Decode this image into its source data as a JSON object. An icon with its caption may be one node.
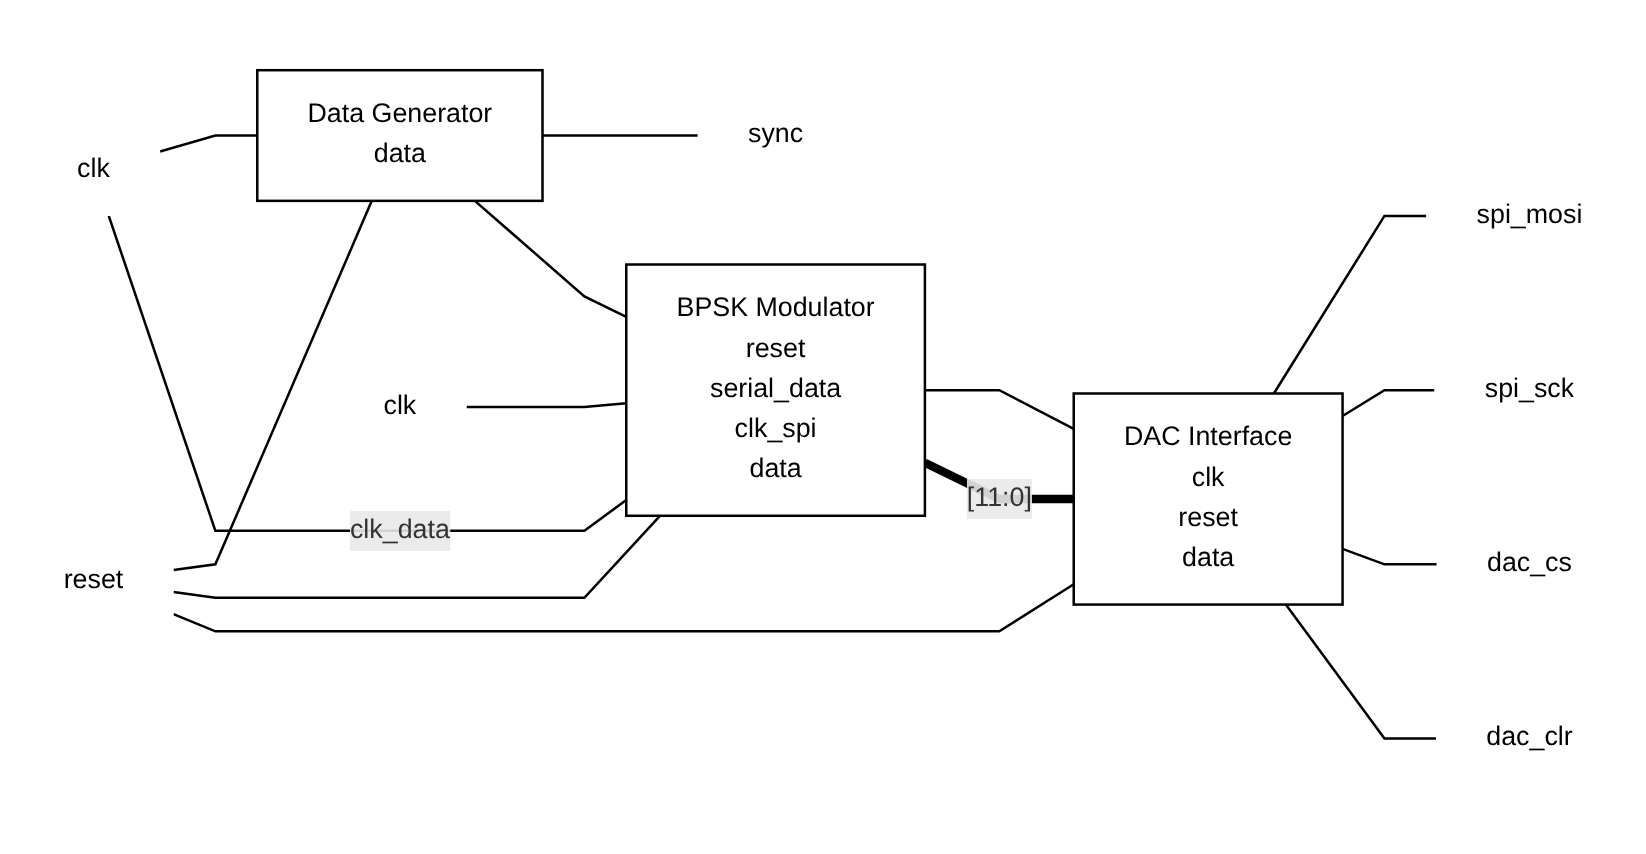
{
  "diagram": {
    "nodes": [
      {
        "text": [
          "clk"
        ]
      },
      {
        "text": [
          "reset"
        ]
      },
      {
        "text": [
          "Data Generator",
          "data"
        ]
      },
      {
        "text": [
          "clk"
        ]
      },
      {
        "text": [
          "BPSK Modulator",
          "reset",
          "serial_data",
          "clk_spi",
          "data"
        ]
      },
      {
        "text": [
          "DAC Interface",
          "clk",
          "reset",
          "data"
        ]
      },
      {
        "text": [
          "sync"
        ]
      },
      {
        "text": [
          "spi_mosi"
        ]
      },
      {
        "text": [
          "spi_sck"
        ]
      },
      {
        "text": [
          "dac_cs"
        ]
      },
      {
        "text": [
          "dac_clr"
        ]
      }
    ],
    "edges": [
      {
        "from": 0,
        "to": 2,
        "arrow": "none"
      },
      {
        "from": 0,
        "to": 4,
        "arrow": "none",
        "label": "clk_data"
      },
      {
        "from": 3,
        "to": 4,
        "arrow": "none"
      },
      {
        "from": 1,
        "to": 2,
        "arrow": "none"
      },
      {
        "from": 1,
        "to": 4,
        "arrow": "none"
      },
      {
        "from": 1,
        "to": 5,
        "arrow": "none"
      },
      {
        "from": 2,
        "to": 6,
        "arrow": "none"
      },
      {
        "from": 2,
        "to": 4,
        "arrow": "none"
      },
      {
        "from": 4,
        "to": 5,
        "arrow": "none"
      },
      {
        "from": 4,
        "to": 5,
        "arrow": "none",
        "style": "thick",
        "label": "[11:0]"
      },
      {
        "from": 5,
        "to": 7,
        "arrow": "none"
      },
      {
        "from": 5,
        "to": 8,
        "arrow": "none"
      },
      {
        "from": 5,
        "to": 9,
        "arrow": "none"
      },
      {
        "from": 5,
        "to": 10,
        "arrow": "none"
      }
    ]
  }
}
